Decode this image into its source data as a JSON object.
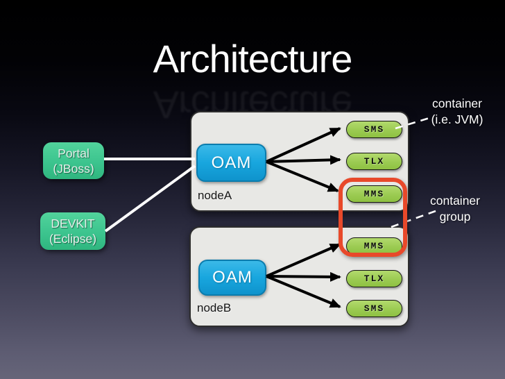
{
  "title": "Architecture",
  "clients": [
    {
      "name": "Portal",
      "platform": "(JBoss)"
    },
    {
      "name": "DEVKIT",
      "platform": "(Eclipse)"
    }
  ],
  "nodes": [
    {
      "label": "nodeA",
      "oam": "OAM",
      "services": [
        "SMS",
        "TLX",
        "MMS"
      ]
    },
    {
      "label": "nodeB",
      "oam": "OAM",
      "services": [
        "MMS",
        "TLX",
        "SMS"
      ]
    }
  ],
  "annotations": {
    "container": [
      "container",
      "(i.e. JVM)"
    ],
    "container_group": [
      "container",
      "group"
    ]
  },
  "colors": {
    "background_top": "#000000",
    "background_bottom": "#666579",
    "client_box": "#3cc48e",
    "oam_box": "#18a6de",
    "service_box": "#9bcb52",
    "node_container": "#e8e8e5",
    "highlight_border": "#e8492a",
    "connector_line": "#ffffff",
    "arrow": "#000000",
    "title_text": "#ffffff"
  }
}
